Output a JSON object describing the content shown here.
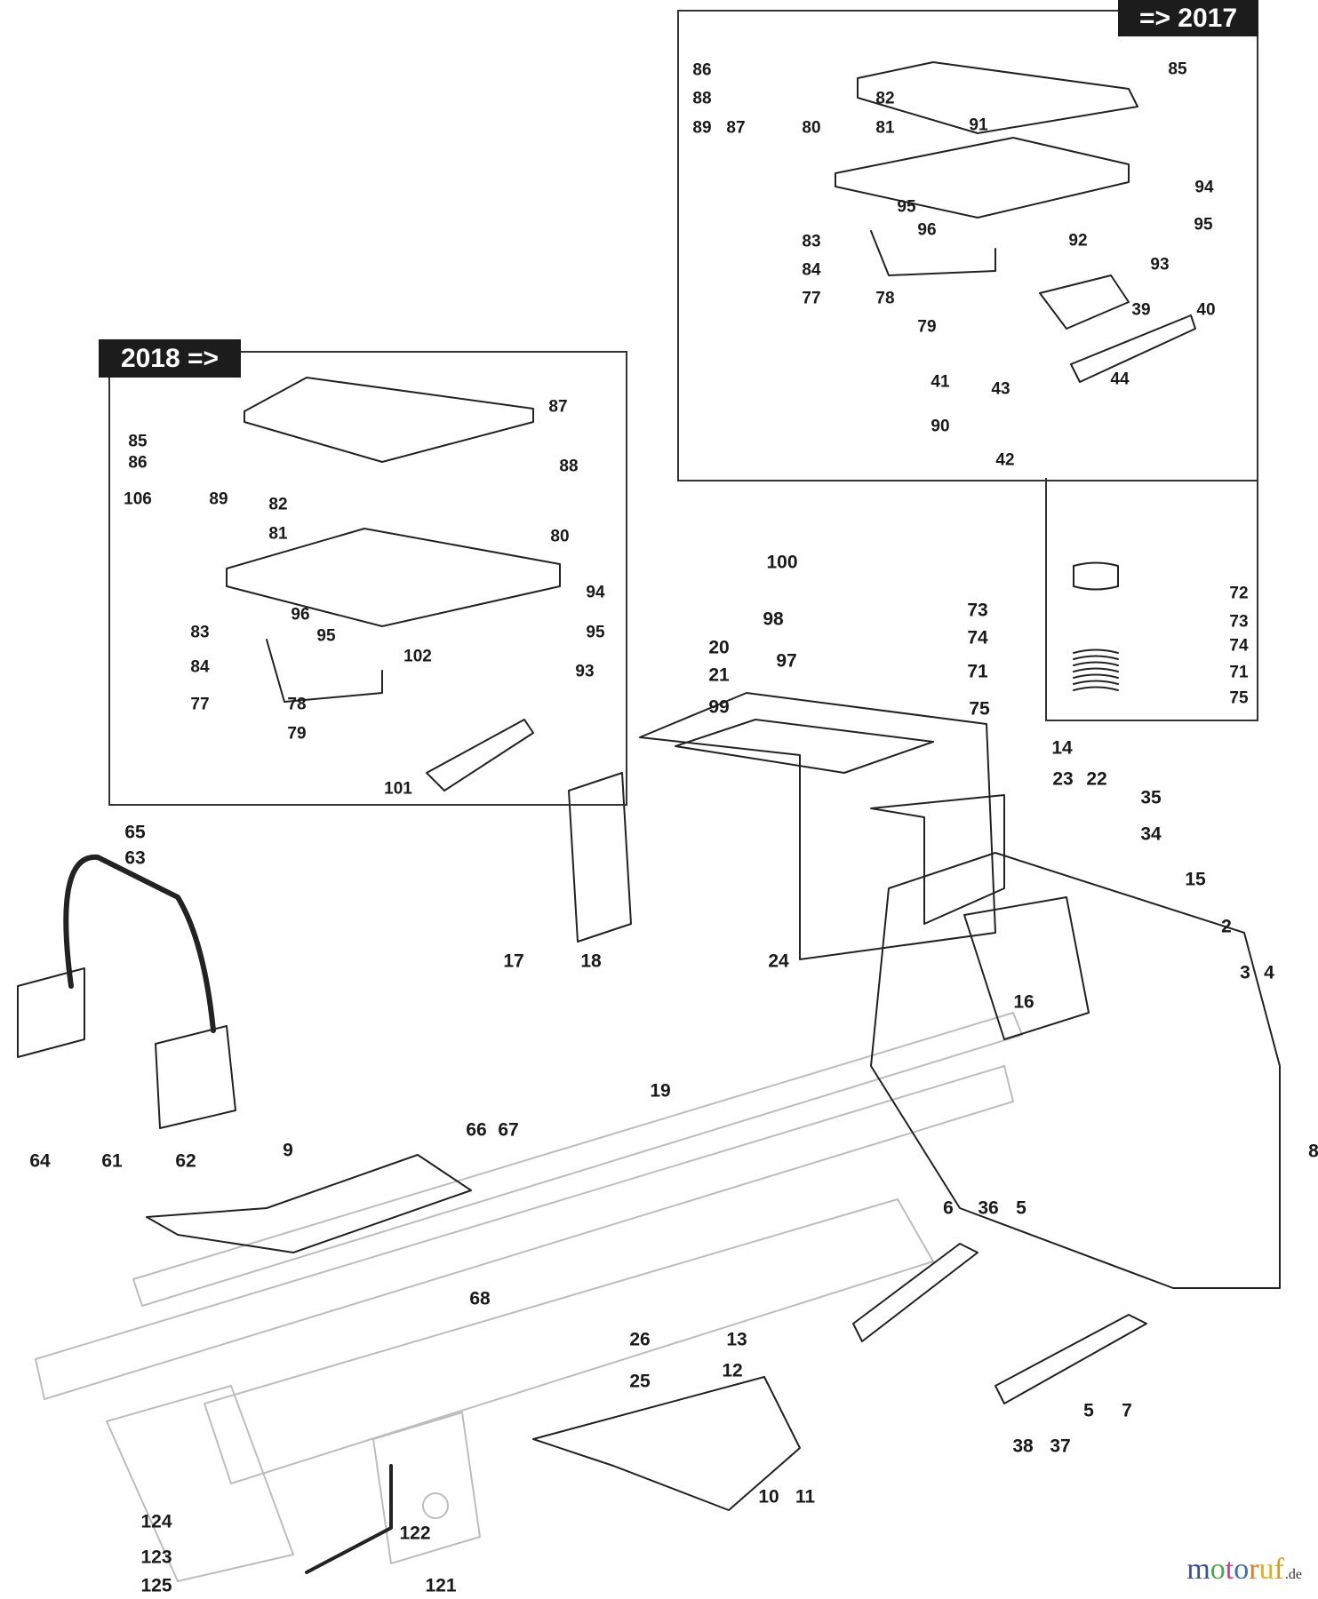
{
  "diagram": {
    "type": "exploded-parts-diagram",
    "subject": "lawn tractor seat support, dashboard frame and chassis parts",
    "panels": [
      {
        "id": "pre-2017",
        "banner": "=> 2017",
        "callouts": [
          "86",
          "88",
          "89",
          "87",
          "85",
          "82",
          "81",
          "91",
          "80",
          "95",
          "96",
          "94",
          "95",
          "83",
          "84",
          "77",
          "78",
          "92",
          "93",
          "79",
          "39",
          "40",
          "41",
          "43",
          "44",
          "90",
          "42"
        ]
      },
      {
        "id": "post-2018",
        "banner": "2018 =>",
        "callouts": [
          "85",
          "86",
          "88",
          "106",
          "89",
          "87",
          "82",
          "81",
          "80",
          "94",
          "95",
          "96",
          "95",
          "83",
          "93",
          "84",
          "102",
          "77",
          "78",
          "79",
          "101"
        ]
      },
      {
        "id": "spring-inset",
        "callouts": [
          "72",
          "73",
          "74",
          "71",
          "75"
        ]
      }
    ],
    "main_callouts": [
      "100",
      "98",
      "73",
      "74",
      "97",
      "71",
      "20",
      "21",
      "75",
      "99",
      "14",
      "23",
      "22",
      "35",
      "34",
      "65",
      "63",
      "15",
      "2",
      "17",
      "18",
      "24",
      "16",
      "3",
      "4",
      "64",
      "61",
      "62",
      "9",
      "19",
      "66",
      "67",
      "8",
      "6",
      "36",
      "5",
      "68",
      "13",
      "26",
      "12",
      "25",
      "5",
      "7",
      "38",
      "37",
      "10",
      "11",
      "124",
      "122",
      "123",
      "125",
      "121"
    ]
  },
  "watermark": {
    "letters": [
      {
        "ch": "m",
        "color": "#3a4fa0"
      },
      {
        "ch": "o",
        "color": "#4aa84a"
      },
      {
        "ch": "t",
        "color": "#d0408a"
      },
      {
        "ch": "o",
        "color": "#3a6fb0"
      },
      {
        "ch": "r",
        "color": "#e07a20"
      },
      {
        "ch": "u",
        "color": "#e0b020"
      },
      {
        "ch": "f",
        "color": "#d0a020"
      }
    ],
    "tld": ".de"
  }
}
